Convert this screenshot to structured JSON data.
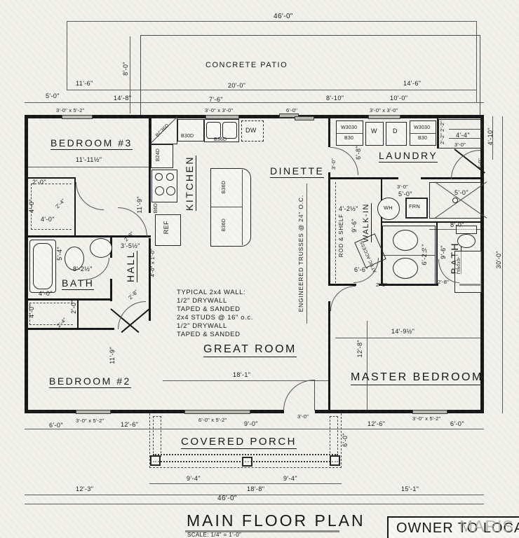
{
  "title": {
    "main": "MAIN FLOOR PLAN",
    "scale": "SCALE: 1/4\" = 1'-0\"",
    "owner": "OWNER TO LOCA",
    "watermark": "MARIS"
  },
  "rooms": {
    "bedroom3": "BEDROOM #3",
    "kitchen": "KITCHEN",
    "dinette": "DINETTE",
    "laundry": "LAUNDRY",
    "bath1": "BATH",
    "hall": "HALL",
    "great_room": "GREAT ROOM",
    "bedroom2": "BEDROOM #2",
    "master": "MASTER BEDROOM",
    "walkin": "WALK-IN",
    "master_bath": "BATH"
  },
  "outdoor": {
    "patio": "CONCRETE PATIO",
    "porch": "COVERED PORCH"
  },
  "notes": {
    "truss": "ENGINEERED TRUSSES @ 24\" O.C.",
    "wall": [
      "TYPICAL 2x4 WALL:",
      "1/2\" DRYWALL",
      "TAPED & SANDED",
      "2x4 STUDS @ 16\" o.c.",
      "1/2\" DRYWALL",
      "TAPED & SANDED"
    ],
    "rod_shelf": "ROD & SHELF",
    "attic_access": "ATTIC ACCESS"
  },
  "appliances": {
    "washer": "W",
    "dryer": "D",
    "dishwasher": "DW",
    "refrigerator": "REF",
    "water_heater": "WH",
    "furnace": "FRN"
  },
  "cabinets": {
    "corner": "BC36D",
    "b30d": "B30D",
    "sink_base": "B36D",
    "b24d": "B24D",
    "b6d": "B6D",
    "island_a": "B36D",
    "island_b": "B36D",
    "laundry_wall_left": "W3030",
    "laundry_base_left": "B30",
    "laundry_wall_right": "W3030",
    "laundry_base_right": "B30",
    "tub_unit": "TS6030F"
  },
  "dims": {
    "t46": "46'-0\"",
    "p8": "8'-0\"",
    "t11_6": "11'-6\"",
    "t20": "20'-0\"",
    "t14_6": "14'-6\"",
    "t5": "5'-0\"",
    "t14_8": "14'-8\"",
    "t7_6": "7'-6\"",
    "t8_10": "8'-10\"",
    "t10": "10'-0\"",
    "w_b3": "3'-0\" x 5'-2\"",
    "w_kit": "3'-0\" x 3'-0\"",
    "d_patio": "6'-0\"",
    "w_lau": "3'-0\" x 3'-0\"",
    "cl22a": "2'-2\"",
    "cl22b": "2'-2\"",
    "cl44": "4'-4\"",
    "cl30": "3'-0\"",
    "r4_10": "4'-10\"",
    "r30": "30'-0\"",
    "lau30l": "3'-0\"",
    "lau30r": "3'-0\"",
    "lau68": "6'-8\"",
    "b3_1111": "11'-11½\"",
    "b3_119": "11'-9\"",
    "c1_20": "2'-0\"",
    "c1_40v": "4'-0\"",
    "c1_40h": "4'-0\"",
    "c1_door": "2'-4\"",
    "bath82": "8'-2½\"",
    "bath54": "5'-4\"",
    "hall35": "3'-5½\"",
    "hall28a": "2'-8\"",
    "hall28b": "2'-8\"",
    "shelf": "4'-0\" x 1'-0\"",
    "c2_40h": "4'-0\"",
    "c2_40v": "4'-0\"",
    "c2_20": "2'-0\"",
    "c2_door": "2'-4\"",
    "b2_119": "11'-9\"",
    "b2_6": "6'-0\"",
    "b2_w": "3'-0\" x 5'-2\"",
    "b2_126": "12'-6\"",
    "b2_123": "12'-3\"",
    "gr_181": "18'-1\"",
    "gr_w": "6'-0\" x 5'-2\"",
    "gr_9": "9'-0\"",
    "gr_d3": "3'-0\"",
    "wi_42": "4'-2½\"",
    "wi_96": "9'-6\"",
    "wi_66": "6'-6\"",
    "wi_d28": "2'-8\"",
    "mb_50a": "5'-0\"",
    "mb_50b": "5'-0\"",
    "mb_30": "3'-0\"",
    "mb_80": "8'-0\"",
    "mb_96": "9'-6\"",
    "mb_625": "6'-2½\"",
    "mb_d28": "2'-8\"",
    "mbr_149": "14'-9½\"",
    "mbr_128": "12'-8\"",
    "mbr_126": "12'-6\"",
    "mbr_w": "3'-0\" x 5'-2\"",
    "mbr_6": "6'-0\"",
    "mbr_151": "15'-1\"",
    "po_94a": "9'-4\"",
    "po_94b": "9'-4\"",
    "po_188": "18'-8\"",
    "po_6": "6'-0\"",
    "b46": "46'-0\""
  }
}
